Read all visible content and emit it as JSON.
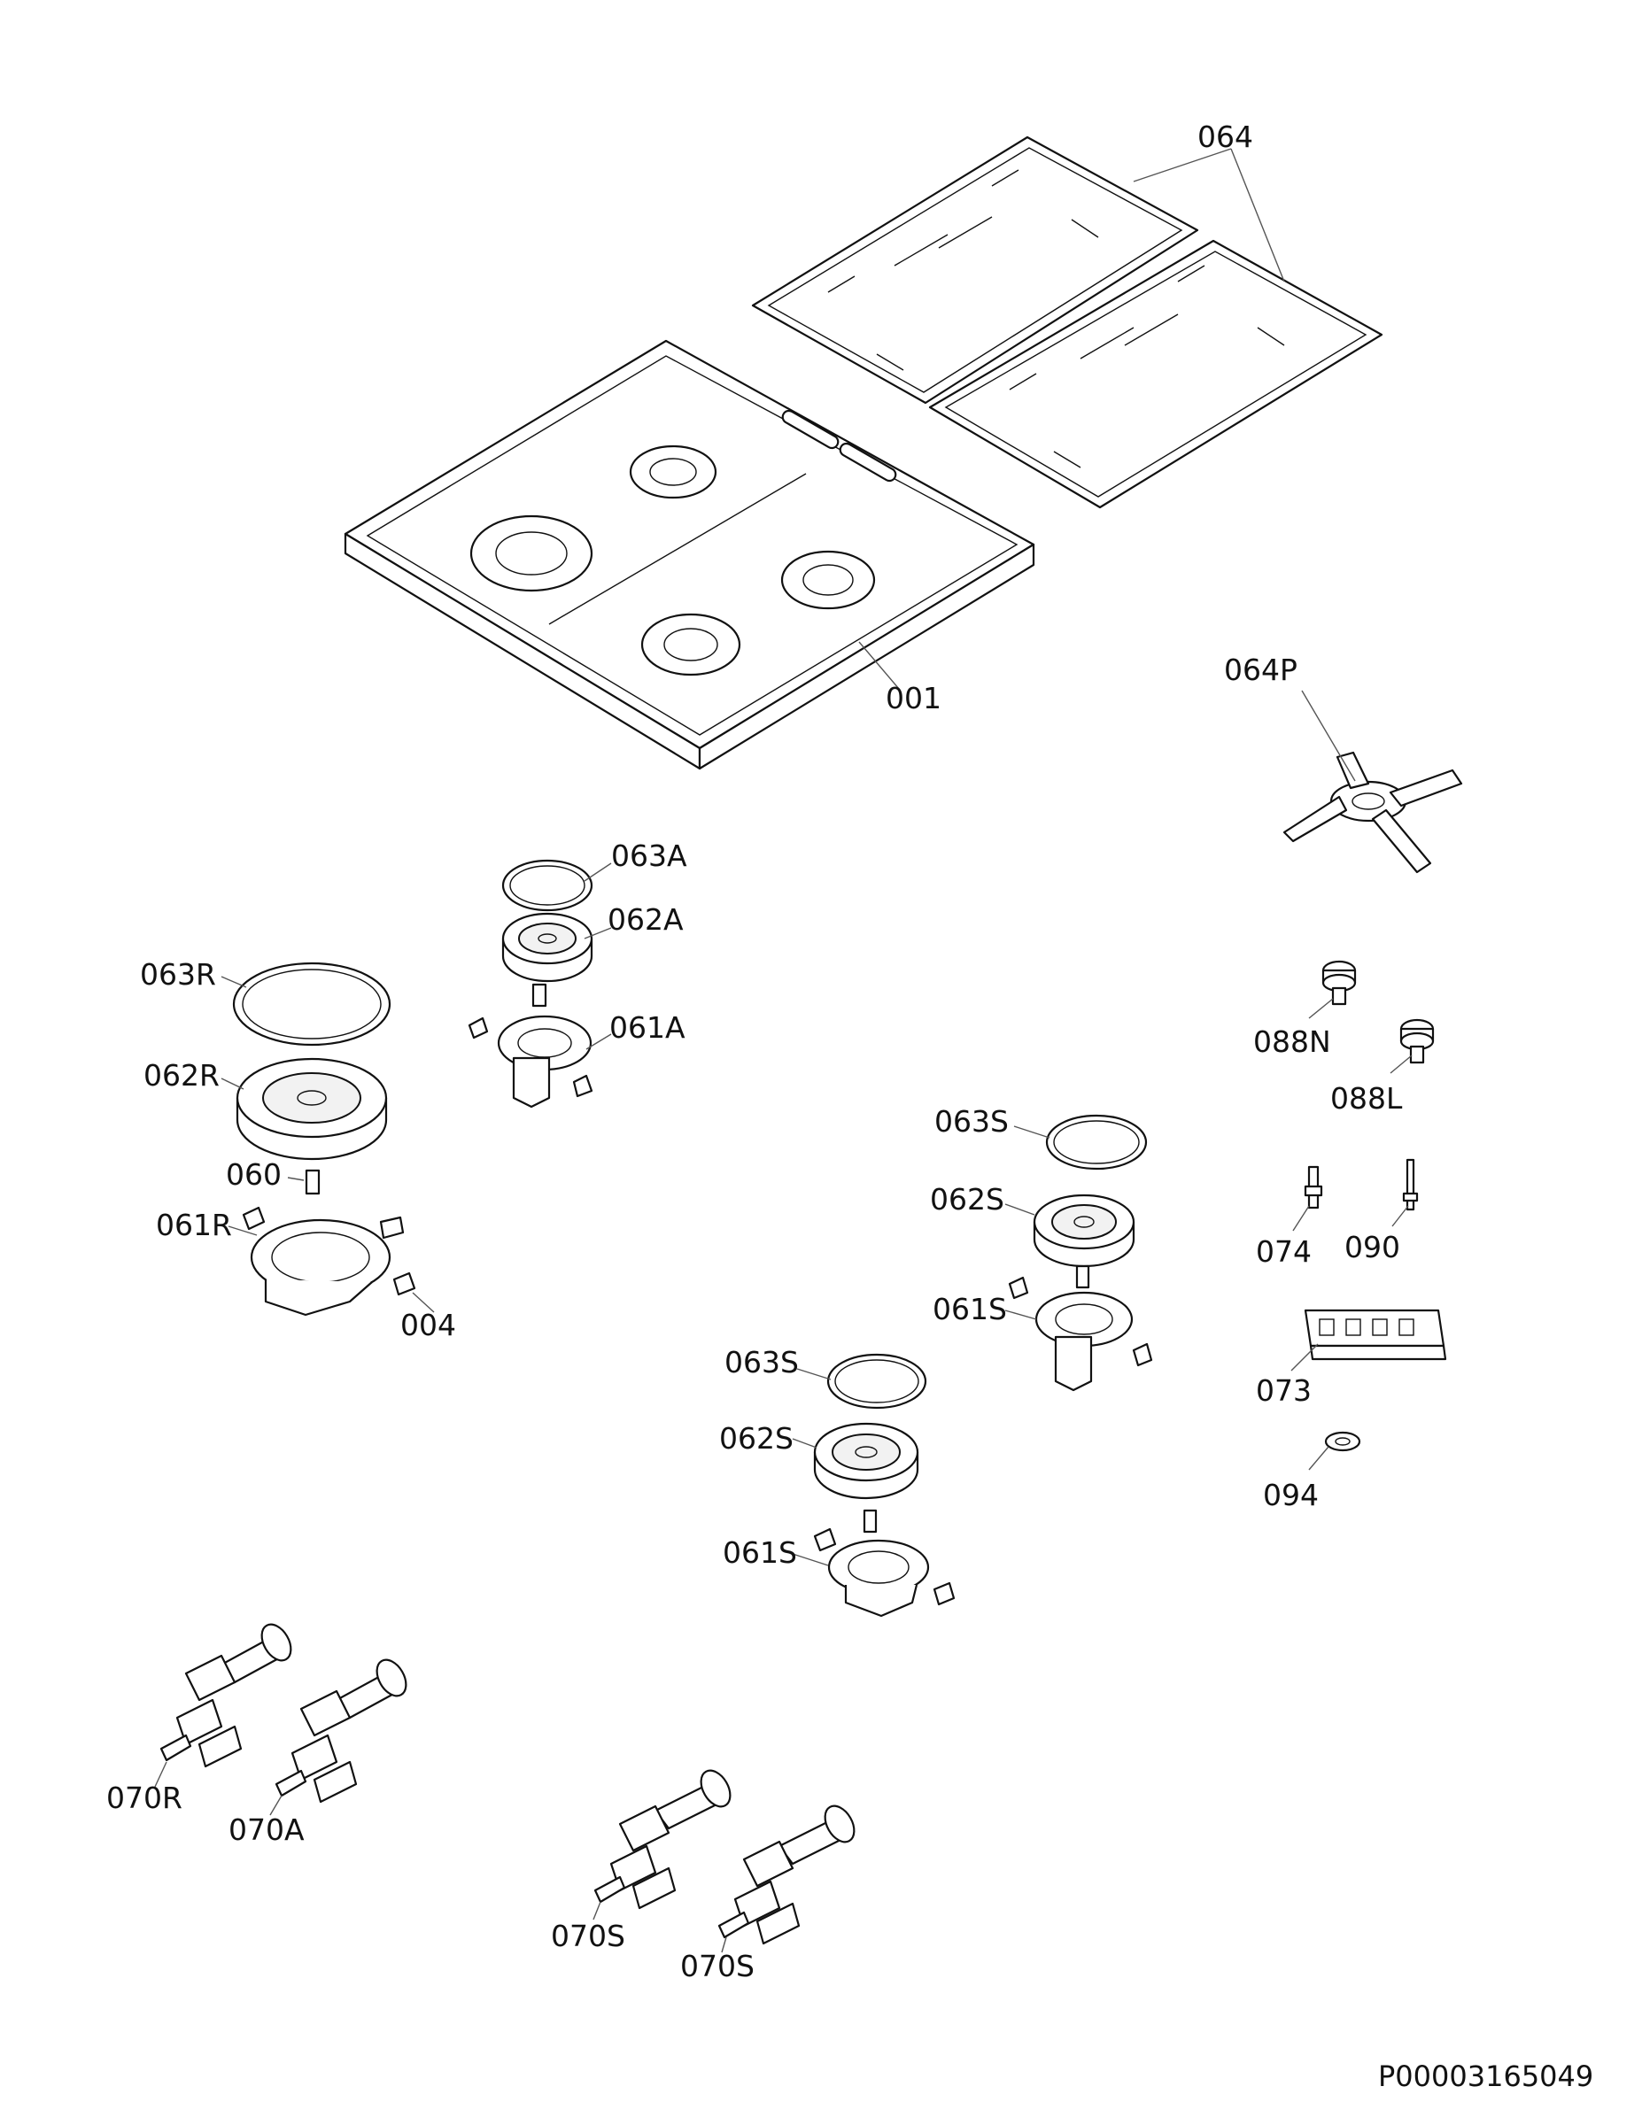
{
  "labels": {
    "l064": "064",
    "l001": "001",
    "l064P": "064P",
    "l063A": "063A",
    "l062A": "062A",
    "l061A": "061A",
    "l063R": "063R",
    "l062R": "062R",
    "l060": "060",
    "l061R": "061R",
    "l004": "004",
    "l088N": "088N",
    "l088L": "088L",
    "l063S_a": "063S",
    "l062S_a": "062S",
    "l061S_a": "061S",
    "l074": "074",
    "l090": "090",
    "l073": "073",
    "l094": "094",
    "l063S_b": "063S",
    "l062S_b": "062S",
    "l061S_b": "061S",
    "l070R": "070R",
    "l070A": "070A",
    "l070S_a": "070S",
    "l070S_b": "070S"
  },
  "reference": "P00003165049"
}
